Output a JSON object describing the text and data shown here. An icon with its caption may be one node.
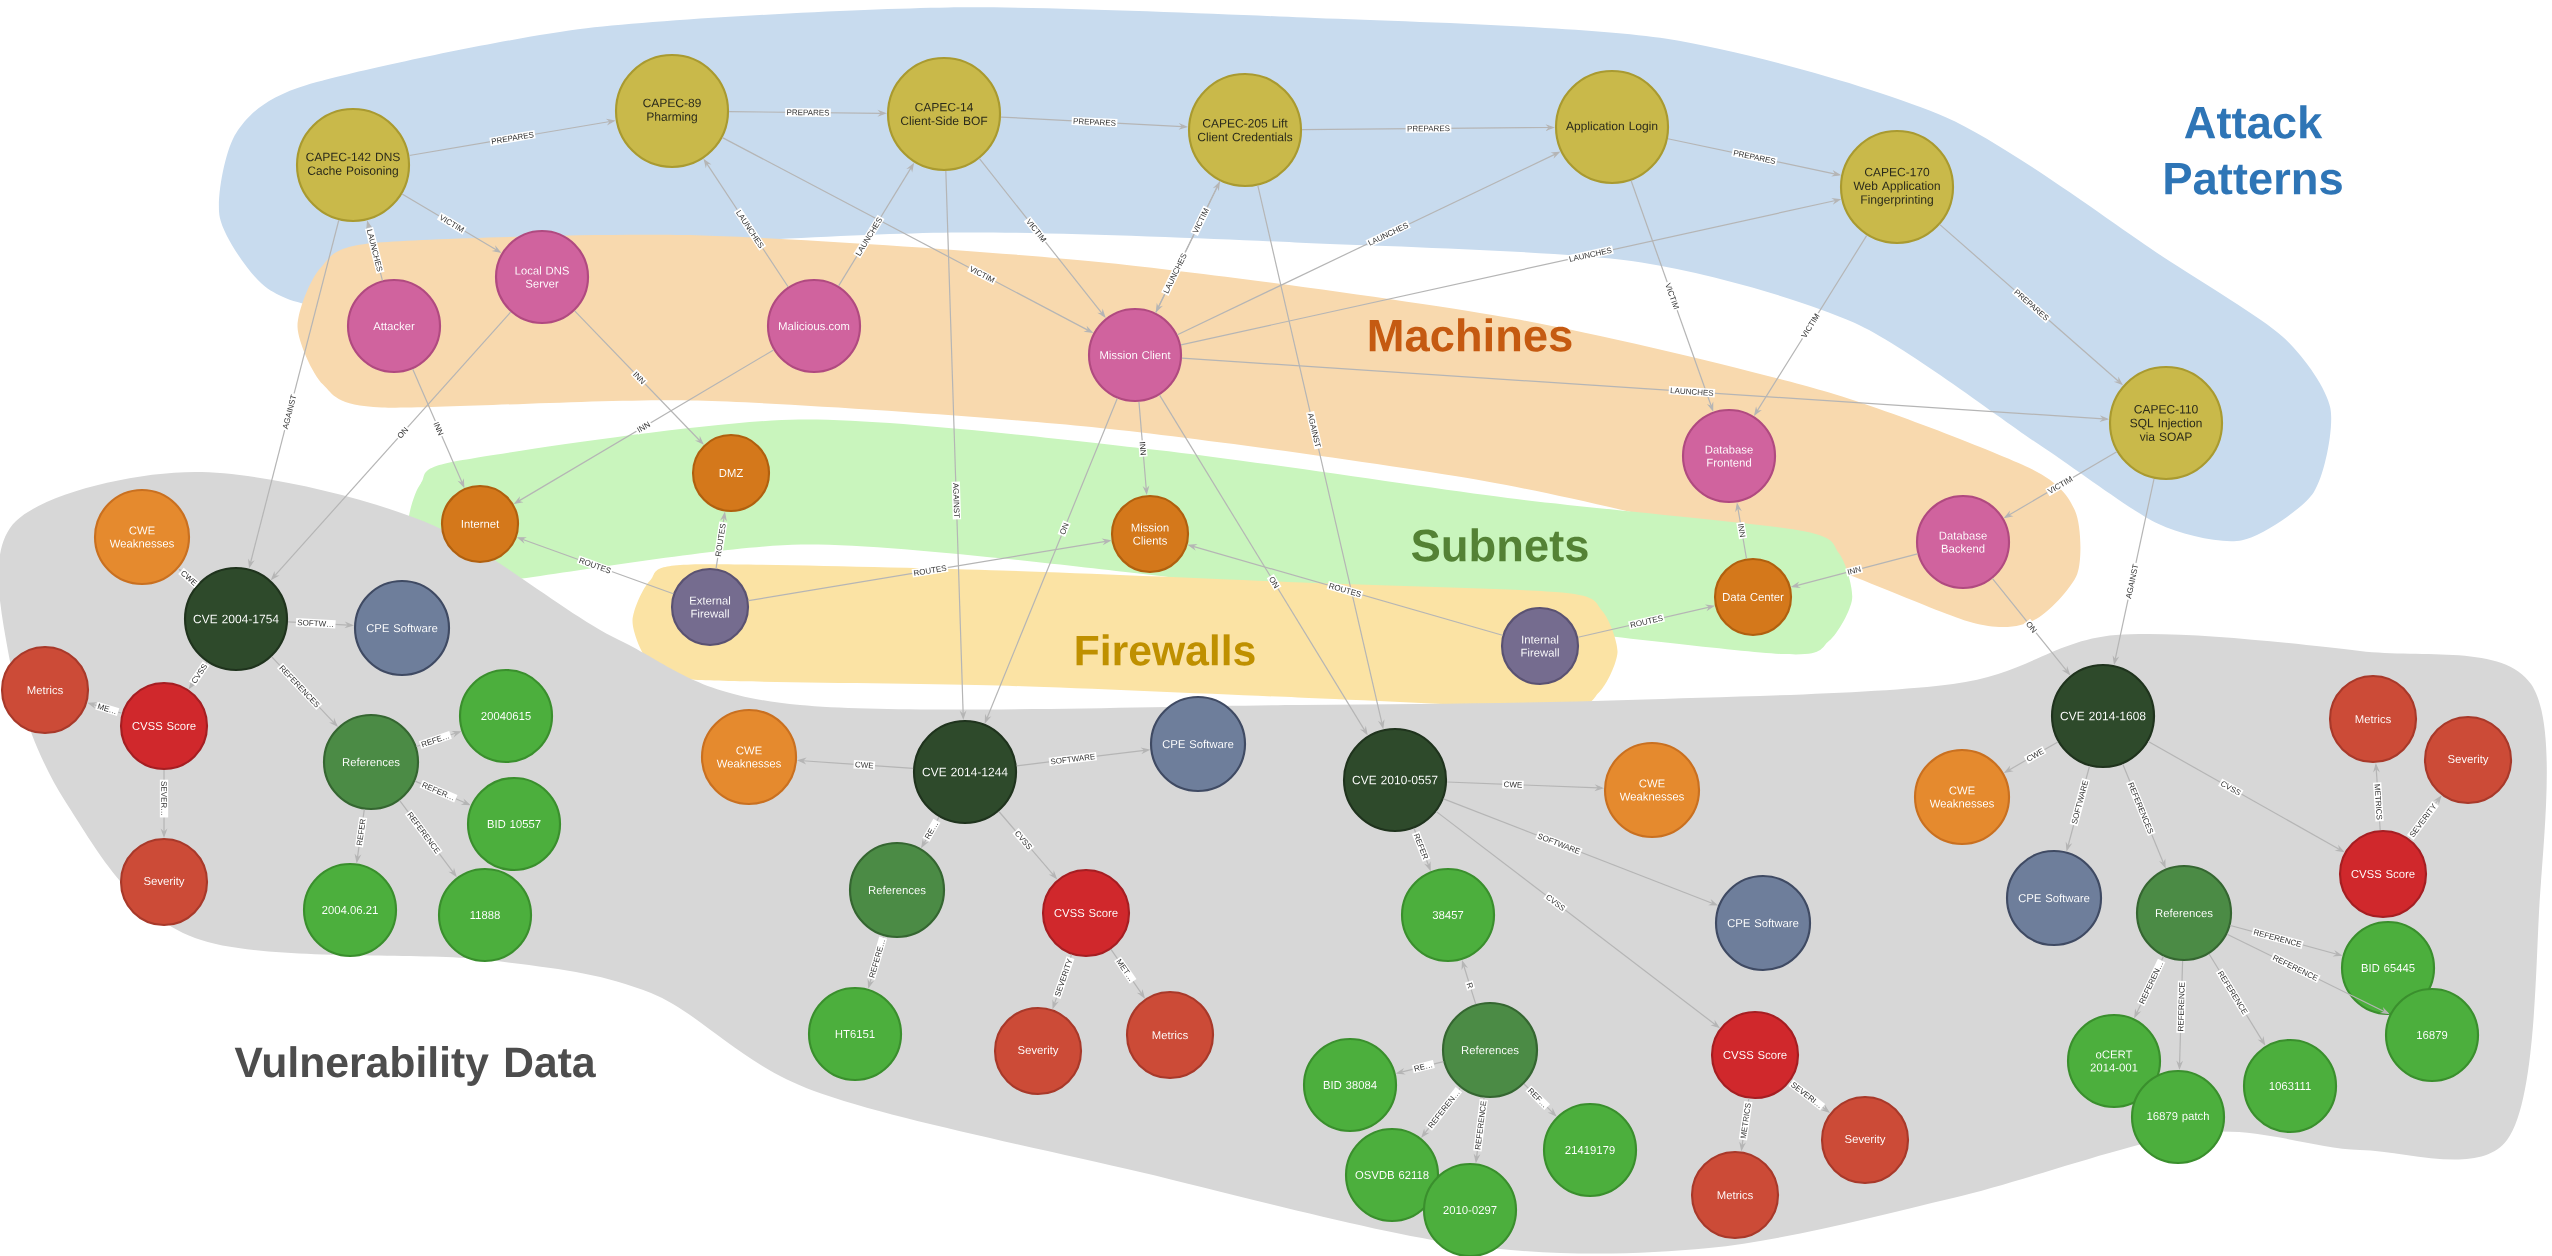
{
  "diagram": {
    "nodes": [
      {
        "text": [
          "Attack Patterns"
        ]
      },
      {
        "text": [
          "CAPEC-142 DNS Cache Poisoning"
        ],
        "in": 0
      },
      {
        "text": [
          "CAPEC-89 Pharming"
        ],
        "in": 0
      },
      {
        "text": [
          "CAPEC-14 Client-Side BOF"
        ],
        "in": 0
      },
      {
        "text": [
          "CAPEC-205 Lift Client Credentials"
        ],
        "in": 0
      },
      {
        "text": [
          "Application Login"
        ],
        "in": 0
      },
      {
        "text": [
          "CAPEC-170 Web Application Fingerprinting"
        ],
        "in": 0
      },
      {
        "text": [
          "CAPEC-110 SQL Injection via SOAP"
        ],
        "in": 0
      },
      {
        "text": [
          "Machines"
        ]
      },
      {
        "text": [
          "Attacker"
        ],
        "in": 8
      },
      {
        "text": [
          "Local DNS Server"
        ],
        "in": 8
      },
      {
        "text": [
          "Malicious.com"
        ],
        "in": 8
      },
      {
        "text": [
          "Mission Client"
        ],
        "in": 8
      },
      {
        "text": [
          "Database Frontend"
        ],
        "in": 8
      },
      {
        "text": [
          "Database Backend"
        ],
        "in": 8
      },
      {
        "text": [
          "Subnets"
        ]
      },
      {
        "text": [
          "Internet"
        ],
        "in": 15
      },
      {
        "text": [
          "DMZ"
        ],
        "in": 15
      },
      {
        "text": [
          "Mission Clients"
        ],
        "in": 15
      },
      {
        "text": [
          "Data Center"
        ],
        "in": 15
      },
      {
        "text": [
          "Firewalls"
        ]
      },
      {
        "text": [
          "External Firewall"
        ],
        "in": 20
      },
      {
        "text": [
          "Internal Firewall"
        ],
        "in": 20
      },
      {
        "text": [
          "Vulnerability Data"
        ]
      },
      {
        "text": [
          "CWE Weaknesses"
        ],
        "in": 23
      },
      {
        "text": [
          "CVE 2004-1754"
        ],
        "in": 23
      },
      {
        "text": [
          "CPE Software"
        ],
        "in": 23
      },
      {
        "text": [
          "Metrics"
        ],
        "in": 23
      },
      {
        "text": [
          "CVSS Score"
        ],
        "in": 23
      },
      {
        "text": [
          "Severity"
        ],
        "in": 23
      },
      {
        "text": [
          "References"
        ],
        "in": 23
      },
      {
        "text": [
          "20040615"
        ],
        "in": 23
      },
      {
        "text": [
          "BID 10557"
        ],
        "in": 23
      },
      {
        "text": [
          "2004.06.21"
        ],
        "in": 23
      },
      {
        "text": [
          "11888"
        ],
        "in": 23
      },
      {
        "text": [
          "CWE Weaknesses"
        ],
        "in": 23
      },
      {
        "text": [
          "CVE 2014-1244"
        ],
        "in": 23
      },
      {
        "text": [
          "CPE Software"
        ],
        "in": 23
      },
      {
        "text": [
          "References"
        ],
        "in": 23
      },
      {
        "text": [
          "CVSS Score"
        ],
        "in": 23
      },
      {
        "text": [
          "HT6151"
        ],
        "in": 23
      },
      {
        "text": [
          "Severity"
        ],
        "in": 23
      },
      {
        "text": [
          "Metrics"
        ],
        "in": 23
      },
      {
        "text": [
          "CVE 2010-0557"
        ],
        "in": 23
      },
      {
        "text": [
          "CWE Weaknesses"
        ],
        "in": 23
      },
      {
        "text": [
          "38457"
        ],
        "in": 23
      },
      {
        "text": [
          "CPE Software"
        ],
        "in": 23
      },
      {
        "text": [
          "References"
        ],
        "in": 23
      },
      {
        "text": [
          "BID 38084"
        ],
        "in": 23
      },
      {
        "text": [
          "CVSS Score"
        ],
        "in": 23
      },
      {
        "text": [
          "OSVDB 62118"
        ],
        "in": 23
      },
      {
        "text": [
          "2010-0297"
        ],
        "in": 23
      },
      {
        "text": [
          "21419179"
        ],
        "in": 23
      },
      {
        "text": [
          "Severity"
        ],
        "in": 23
      },
      {
        "text": [
          "Metrics"
        ],
        "in": 23
      },
      {
        "text": [
          "CVE 2014-1608"
        ],
        "in": 23
      },
      {
        "text": [
          "Metrics"
        ],
        "in": 23
      },
      {
        "text": [
          "Severity"
        ],
        "in": 23
      },
      {
        "text": [
          "CWE Weaknesses"
        ],
        "in": 23
      },
      {
        "text": [
          "CVSS Score"
        ],
        "in": 23
      },
      {
        "text": [
          "CPE Software"
        ],
        "in": 23
      },
      {
        "text": [
          "References"
        ],
        "in": 23
      },
      {
        "text": [
          "BID 65445"
        ],
        "in": 23
      },
      {
        "text": [
          "16879"
        ],
        "in": 23
      },
      {
        "text": [
          "oCERT 2014-001"
        ],
        "in": 23
      },
      {
        "text": [
          "1063111"
        ],
        "in": 23
      },
      {
        "text": [
          "16879 patch"
        ],
        "in": 23
      }
    ],
    "edges": [
      {
        "from": 1,
        "to": 2,
        "arrow": "to",
        "label": "PREPARES"
      },
      {
        "from": 2,
        "to": 3,
        "arrow": "to",
        "label": "PREPARES"
      },
      {
        "from": 3,
        "to": 4,
        "arrow": "to",
        "label": "PREPARES"
      },
      {
        "from": 4,
        "to": 5,
        "arrow": "to",
        "label": "PREPARES"
      },
      {
        "from": 5,
        "to": 6,
        "arrow": "to",
        "label": "PREPARES"
      },
      {
        "from": 6,
        "to": 7,
        "arrow": "to",
        "label": "PREPARES"
      },
      {
        "from": 9,
        "to": 1,
        "arrow": "to",
        "label": "LAUNCHES"
      },
      {
        "from": 1,
        "to": 10,
        "arrow": "to",
        "label": "VICTIM"
      },
      {
        "from": 11,
        "to": 2,
        "arrow": "to",
        "label": "LAUNCHES"
      },
      {
        "from": 11,
        "to": 3,
        "arrow": "to",
        "label": "LAUNCHES"
      },
      {
        "from": 2,
        "to": 12,
        "arrow": "to",
        "label": "VICTIM"
      },
      {
        "from": 3,
        "to": 12,
        "arrow": "to",
        "label": "VICTIM"
      },
      {
        "from": 12,
        "to": 4,
        "arrow": "to",
        "label": "LAUNCHES"
      },
      {
        "from": 4,
        "to": 12,
        "arrow": "to",
        "label": "VICTIM"
      },
      {
        "from": 12,
        "to": 5,
        "arrow": "to",
        "label": "LAUNCHES"
      },
      {
        "from": 12,
        "to": 6,
        "arrow": "to",
        "label": "LAUNCHES"
      },
      {
        "from": 12,
        "to": 7,
        "arrow": "to",
        "label": "LAUNCHES"
      },
      {
        "from": 5,
        "to": 13,
        "arrow": "to",
        "label": "VICTIM"
      },
      {
        "from": 6,
        "to": 13,
        "arrow": "to",
        "label": "VICTIM"
      },
      {
        "from": 7,
        "to": 14,
        "arrow": "to",
        "label": "VICTIM"
      },
      {
        "from": 1,
        "to": 25,
        "arrow": "to",
        "label": "AGAINST"
      },
      {
        "from": 3,
        "to": 36,
        "arrow": "to",
        "label": "AGAINST"
      },
      {
        "from": 4,
        "to": 43,
        "arrow": "to",
        "label": "AGAINST"
      },
      {
        "from": 7,
        "to": 55,
        "arrow": "to",
        "label": "AGAINST"
      },
      {
        "from": 9,
        "to": 16,
        "arrow": "to",
        "label": "INN"
      },
      {
        "from": 10,
        "to": 17,
        "arrow": "to",
        "label": "INN"
      },
      {
        "from": 11,
        "to": 16,
        "arrow": "to",
        "label": "INN"
      },
      {
        "from": 12,
        "to": 18,
        "arrow": "to",
        "label": "INN"
      },
      {
        "from": 19,
        "to": 13,
        "arrow": "to",
        "label": "INN"
      },
      {
        "from": 14,
        "to": 19,
        "arrow": "to",
        "label": "INN"
      },
      {
        "from": 10,
        "to": 25,
        "arrow": "to",
        "label": "ON"
      },
      {
        "from": 12,
        "to": 36,
        "arrow": "to",
        "label": "ON"
      },
      {
        "from": 12,
        "to": 43,
        "arrow": "to",
        "label": "ON"
      },
      {
        "from": 14,
        "to": 55,
        "arrow": "to",
        "label": "ON"
      },
      {
        "from": 21,
        "to": 16,
        "arrow": "to",
        "label": "ROUTES"
      },
      {
        "from": 21,
        "to": 17,
        "arrow": "to",
        "label": "ROUTES"
      },
      {
        "from": 21,
        "to": 18,
        "arrow": "to",
        "label": "ROUTES"
      },
      {
        "from": 22,
        "to": 18,
        "arrow": "to",
        "label": "ROUTES"
      },
      {
        "from": 22,
        "to": 19,
        "arrow": "to",
        "label": "ROUTES"
      },
      {
        "from": 25,
        "to": 24,
        "arrow": "to",
        "label": "CWE"
      },
      {
        "from": 25,
        "to": 26,
        "arrow": "to",
        "label": "SOFTW…"
      },
      {
        "from": 25,
        "to": 28,
        "arrow": "to",
        "label": "CVSS"
      },
      {
        "from": 25,
        "to": 30,
        "arrow": "to",
        "label": "REFERENCES"
      },
      {
        "from": 28,
        "to": 27,
        "arrow": "to",
        "label": "ME…"
      },
      {
        "from": 28,
        "to": 29,
        "arrow": "to",
        "label": "SEVER…"
      },
      {
        "from": 30,
        "to": 31,
        "arrow": "to",
        "label": "REFE…"
      },
      {
        "from": 30,
        "to": 32,
        "arrow": "to",
        "label": "REFER…"
      },
      {
        "from": 30,
        "to": 33,
        "arrow": "to",
        "label": "REFER"
      },
      {
        "from": 30,
        "to": 34,
        "arrow": "to",
        "label": "REFERENCE"
      },
      {
        "from": 36,
        "to": 35,
        "arrow": "to",
        "label": "CWE"
      },
      {
        "from": 36,
        "to": 37,
        "arrow": "to",
        "label": "SOFTWARE"
      },
      {
        "from": 36,
        "to": 38,
        "arrow": "to",
        "label": "RE…"
      },
      {
        "from": 36,
        "to": 39,
        "arrow": "to",
        "label": "CVSS"
      },
      {
        "from": 38,
        "to": 40,
        "arrow": "to",
        "label": "REFERE…"
      },
      {
        "from": 39,
        "to": 41,
        "arrow": "to",
        "label": "SEVERITY"
      },
      {
        "from": 39,
        "to": 42,
        "arrow": "to",
        "label": "MET…"
      },
      {
        "from": 43,
        "to": 44,
        "arrow": "to",
        "label": "CWE"
      },
      {
        "from": 43,
        "to": 45,
        "arrow": "to",
        "label": "REFER"
      },
      {
        "from": 47,
        "to": 45,
        "arrow": "to",
        "label": "R"
      },
      {
        "from": 43,
        "to": 46,
        "arrow": "to",
        "label": "SOFTWARE"
      },
      {
        "from": 43,
        "to": 49,
        "arrow": "to",
        "label": "CVSS"
      },
      {
        "from": 47,
        "to": 48,
        "arrow": "to",
        "label": "RE…"
      },
      {
        "from": 47,
        "to": 50,
        "arrow": "to",
        "label": "REFEREN…"
      },
      {
        "from": 47,
        "to": 51,
        "arrow": "to",
        "label": "REFERENCE"
      },
      {
        "from": 47,
        "to": 52,
        "arrow": "to",
        "label": "REF…"
      },
      {
        "from": 49,
        "to": 54,
        "arrow": "to",
        "label": "METRICS"
      },
      {
        "from": 49,
        "to": 53,
        "arrow": "to",
        "label": "SEVERI…"
      },
      {
        "from": 55,
        "to": 58,
        "arrow": "to",
        "label": "CWE"
      },
      {
        "from": 55,
        "to": 60,
        "arrow": "to",
        "label": "SOFTWARE"
      },
      {
        "from": 55,
        "to": 61,
        "arrow": "to",
        "label": "REFERENCES"
      },
      {
        "from": 55,
        "to": 59,
        "arrow": "to",
        "label": "CVSS"
      },
      {
        "from": 59,
        "to": 56,
        "arrow": "to",
        "label": "METRICS"
      },
      {
        "from": 59,
        "to": 57,
        "arrow": "to",
        "label": "SEVERITY"
      },
      {
        "from": 61,
        "to": 62,
        "arrow": "to",
        "label": "REFERENCE"
      },
      {
        "from": 61,
        "to": 63,
        "arrow": "to",
        "label": "REFERENCE"
      },
      {
        "from": 61,
        "to": 64,
        "arrow": "to",
        "label": "REFEREN…"
      },
      {
        "from": 61,
        "to": 66,
        "arrow": "to",
        "label": "REFERENCE"
      },
      {
        "from": 61,
        "to": 65,
        "arrow": "to",
        "label": "REFERENCE"
      }
    ]
  }
}
